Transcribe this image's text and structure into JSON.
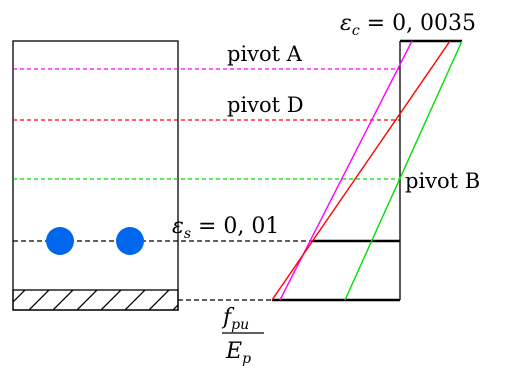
{
  "labels": {
    "strain_top_symbol": "ε",
    "strain_top_sub": "c",
    "strain_top_value": " = 0, 0035",
    "pivot_a": "pivot A",
    "pivot_d": "pivot D",
    "pivot_b": "pivot B",
    "strain_steel_symbol": "ε",
    "strain_steel_sub": "s",
    "strain_steel_value": " = 0, 01",
    "frac_num_symbol": "f",
    "frac_num_sub": "pu",
    "frac_den_symbol": "E",
    "frac_den_sub": "p"
  },
  "colors": {
    "pivot_a": "#ff00ff",
    "pivot_d": "#ff0000",
    "pivot_b": "#00dd00",
    "rebar": "#0066ee",
    "outline": "#000000"
  }
}
